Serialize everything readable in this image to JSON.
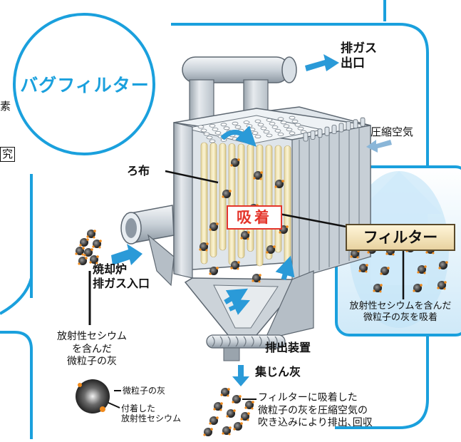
{
  "title": "バグフィルター",
  "labels": {
    "exhaust_outlet_1": "排ガス",
    "exhaust_outlet_2": "出口",
    "compressed_air": "圧縮空気",
    "filter_cloth": "ろ布",
    "adsorption": "吸着",
    "incinerator_1": "焼却炉",
    "incinerator_2": "排ガス入口",
    "discharge_device": "排出装置",
    "dust_ash": "集じん灰",
    "cs_ash_1": "放射性セシウム",
    "cs_ash_2": "を含んだ",
    "cs_ash_3": "微粒子の灰",
    "recovery_1": "フィルターに吸着した",
    "recovery_2": "微粒子の灰を圧縮空気の",
    "recovery_3": "吹き込みにより排出､回収"
  },
  "legend": {
    "particle_ash": "微粒子の灰",
    "attached_cs_1": "付着した",
    "attached_cs_2": "放射性セシウム"
  },
  "inset": {
    "filter_label": "フィルター",
    "caption_1": "放射性セシウムを含んだ",
    "caption_2": "微粒子の灰を吸着"
  },
  "partial_left_text": {
    "char_1": "素",
    "char_2": "究"
  },
  "colors": {
    "frame_blue": "#1aa0dd",
    "arrow_blue": "#2a9ad8",
    "adsorption_red": "#e4352b",
    "particle_orange": "#f08a1c",
    "cloth_yellow": "#f6ecc0"
  }
}
